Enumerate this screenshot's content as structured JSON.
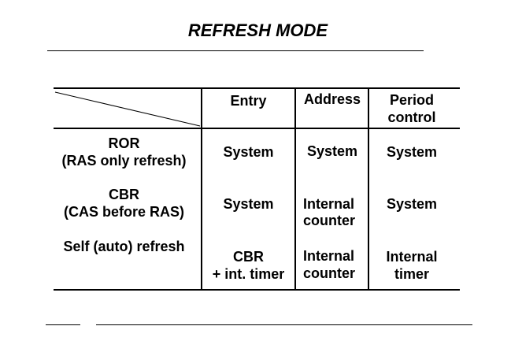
{
  "title": "REFRESH MODE",
  "header": {
    "col1": "Entry",
    "col2": "Address",
    "col3_line1": "Period",
    "col3_line2": "control"
  },
  "rows": [
    {
      "label_line1": "ROR",
      "label_line2": "(RAS only refresh)",
      "entry_line1": "System",
      "entry_line2": "",
      "address_line1": "System",
      "address_line2": "",
      "period_line1": "System",
      "period_line2": ""
    },
    {
      "label_line1": "CBR",
      "label_line2": "(CAS before RAS)",
      "entry_line1": "System",
      "entry_line2": "",
      "address_line1": "Internal",
      "address_line2": "counter",
      "period_line1": "System",
      "period_line2": ""
    },
    {
      "label_line1": "Self (auto) refresh",
      "label_line2": "",
      "entry_line1": "CBR",
      "entry_line2": "+ int. timer",
      "address_line1": "Internal",
      "address_line2": "counter",
      "period_line1": "Internal",
      "period_line2": "timer"
    }
  ]
}
